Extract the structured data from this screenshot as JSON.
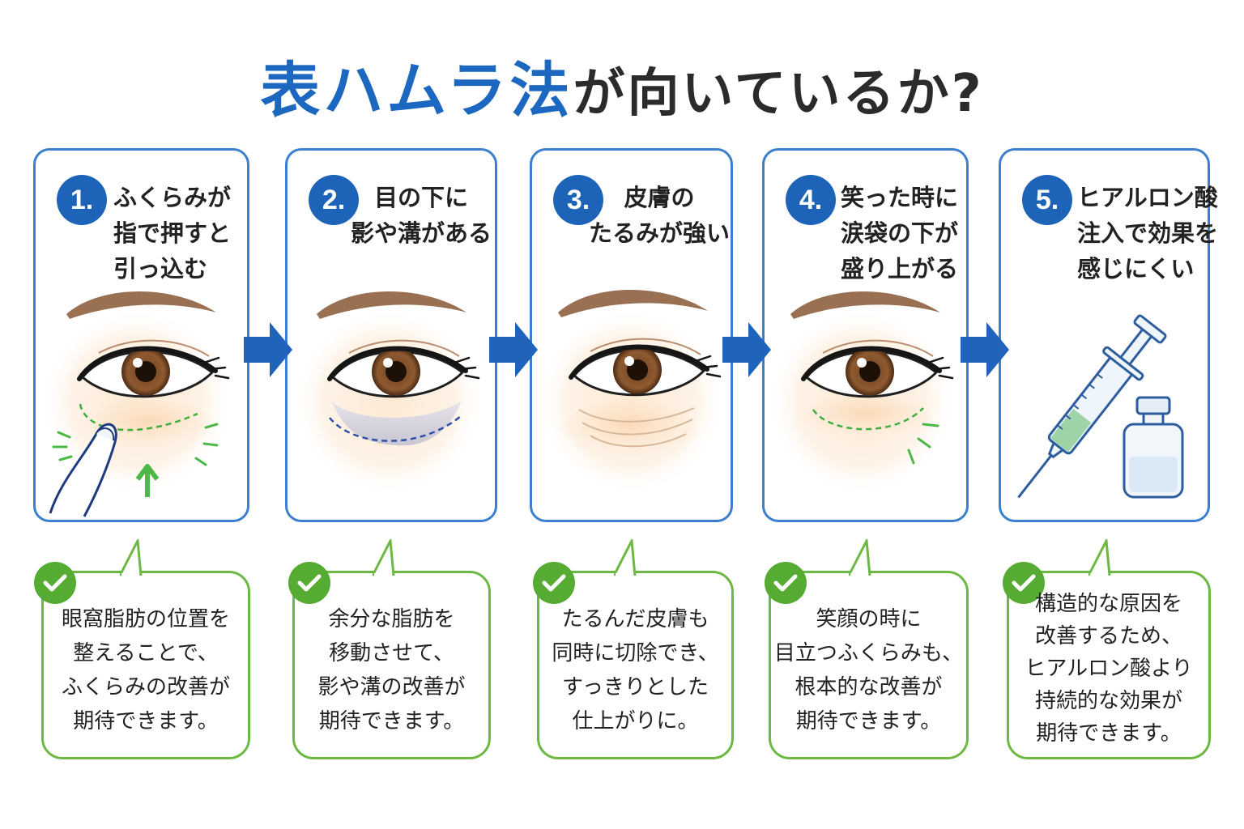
{
  "title": {
    "highlight": "表ハムラ法",
    "rest": "が向いているか?"
  },
  "steps": [
    {
      "number": "1.",
      "lines": [
        "ふくらみが",
        "指で押すと",
        "引っ込む"
      ]
    },
    {
      "number": "2.",
      "lines": [
        "目の下に",
        "影や溝がある"
      ]
    },
    {
      "number": "3.",
      "lines": [
        "皮膚の",
        "たるみが強い"
      ]
    },
    {
      "number": "4.",
      "lines": [
        "笑った時に",
        "涙袋の下が",
        "盛り上がる"
      ]
    },
    {
      "number": "5.",
      "lines": [
        "ヒアルロン酸",
        "注入で効果を",
        "感じにくい"
      ]
    }
  ],
  "bubbles": [
    {
      "lines": [
        "眼窩脂肪の位置を",
        "整えることで、",
        "ふくらみの改善が",
        "期待できます。"
      ]
    },
    {
      "lines": [
        "余分な脂肪を",
        "移動させて、",
        "影や溝の改善が",
        "期待できます。"
      ]
    },
    {
      "lines": [
        "たるんだ皮膚も",
        "同時に切除でき、",
        "すっきりとした",
        "仕上がりに。"
      ]
    },
    {
      "lines": [
        "笑顔の時に",
        "目立つふくらみも、",
        "根本的な改善が",
        "期待できます。"
      ]
    },
    {
      "lines": [
        "構造的な原因を",
        "改善するため、",
        "ヒアルロン酸より",
        "持続的な効果が",
        "期待できます。"
      ]
    }
  ],
  "colors": {
    "primary_blue": "#1c68c0",
    "card_border": "#3d7fcf",
    "check_green": "#56ac33",
    "bubble_border": "#6cb843"
  }
}
